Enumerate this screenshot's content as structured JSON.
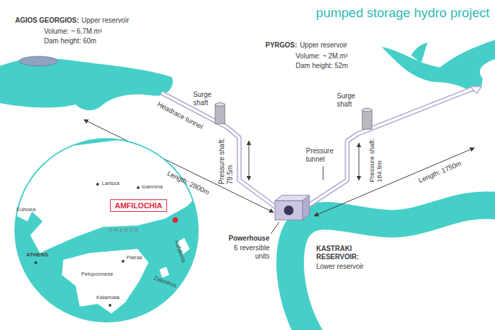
{
  "diagram": {
    "title": "pumped storage hydro project",
    "nodes": [
      {
        "text": [
          "AMFILOCHIA"
        ]
      }
    ],
    "labels": [
      "AGIOS GEORGIOS:",
      "Upper reservoir",
      "Volume: ~ 6.7M.m³",
      "Dam height: 60m",
      "PYRGOS:",
      "Upper reservoir",
      "Volume: ~ 2M.m³",
      "Dam height: 52m",
      "Headrace tunnel",
      "Surge shaft",
      "Pressure shaft: 79.5m",
      "Length: 2800m",
      "Pressure tunnel",
      "Surge shaft",
      "Pressure shaft: 184.9m",
      "Length: 1750m",
      "KASTRAKI RESERVOIR:",
      "Lower reservoir",
      "Powerhouse",
      "6 reversible units",
      "Larissa",
      "Ioannina",
      "GREECE",
      "Euboea",
      "ATHENS",
      "Patras",
      "Peloponnese",
      "Kefalonia",
      "Zakinthos",
      "Kalamata"
    ]
  }
}
